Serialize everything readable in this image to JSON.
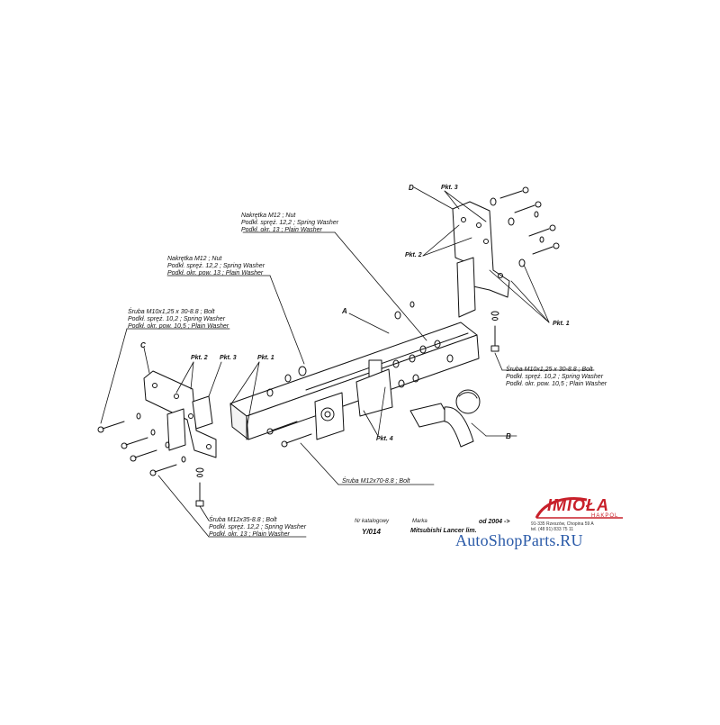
{
  "labels": {
    "nut_top": [
      "Nakrętka M12 ; Nut",
      "Podkł. spręż. 12,2 ; Spring Washer",
      "Podkł. okr. 13 ; Plain Washer"
    ],
    "nut_mid": [
      "Nakrętka M12 ; Nut",
      "Podkł. spręż. 12,2 ; Spring Washer",
      "Podkł. okr. pow. 13 ; Plain Washer"
    ],
    "bolt_left": [
      "Śruba M10x1,25 x 30-8.8 ; Bolt",
      "Podkł. spręż. 10,2 ; Spring Washer",
      "Podkł. okr. pow. 10,5 ; Plain Washer"
    ],
    "bolt_right": [
      "Śruba M10x1,25 x 30-8.8 ; Bolt",
      "Podkł. spręż. 10,2 ; Spring Washer",
      "Podkł. okr. pow. 10,5 ; Plain Washer"
    ],
    "bolt_bottom": [
      "Śruba M12x35-8.8 ; Bolt",
      "Podkł. spręż. 12,2 ; Spring Washer",
      "Podkł. okr. 13 ; Plain Washer"
    ],
    "bolt_center": "Śruba M12x70-8.8 ; Bolt"
  },
  "tags": {
    "pkt1_left": "Pkt. 1",
    "pkt2_left": "Pkt. 2",
    "pkt3_left": "Pkt. 3",
    "pkt4": "Pkt. 4",
    "pkt1_right": "Pkt. 1",
    "pkt2_right": "Pkt. 2",
    "pkt3_right": "Pkt. 3"
  },
  "letters": {
    "a": "A",
    "b": "B",
    "c": "C",
    "d": "D"
  },
  "title_block": {
    "catalog_label": "Nr katalogowy",
    "catalog_value": "Y/014",
    "make_label": "Marka",
    "make_value": "Mitsubishi Lancer lim.",
    "year_value": "od 2004 ->"
  },
  "brand": {
    "name": "IMIOŁA",
    "sub": "HAKPOL",
    "address_1": "91-335 Rzeszów, Chopina 59 A",
    "address_2": "tel. (48 91) 833 75 11",
    "watermark": "AutoShopParts.RU",
    "red": "#c8202a",
    "blue": "#2a5aa8"
  }
}
